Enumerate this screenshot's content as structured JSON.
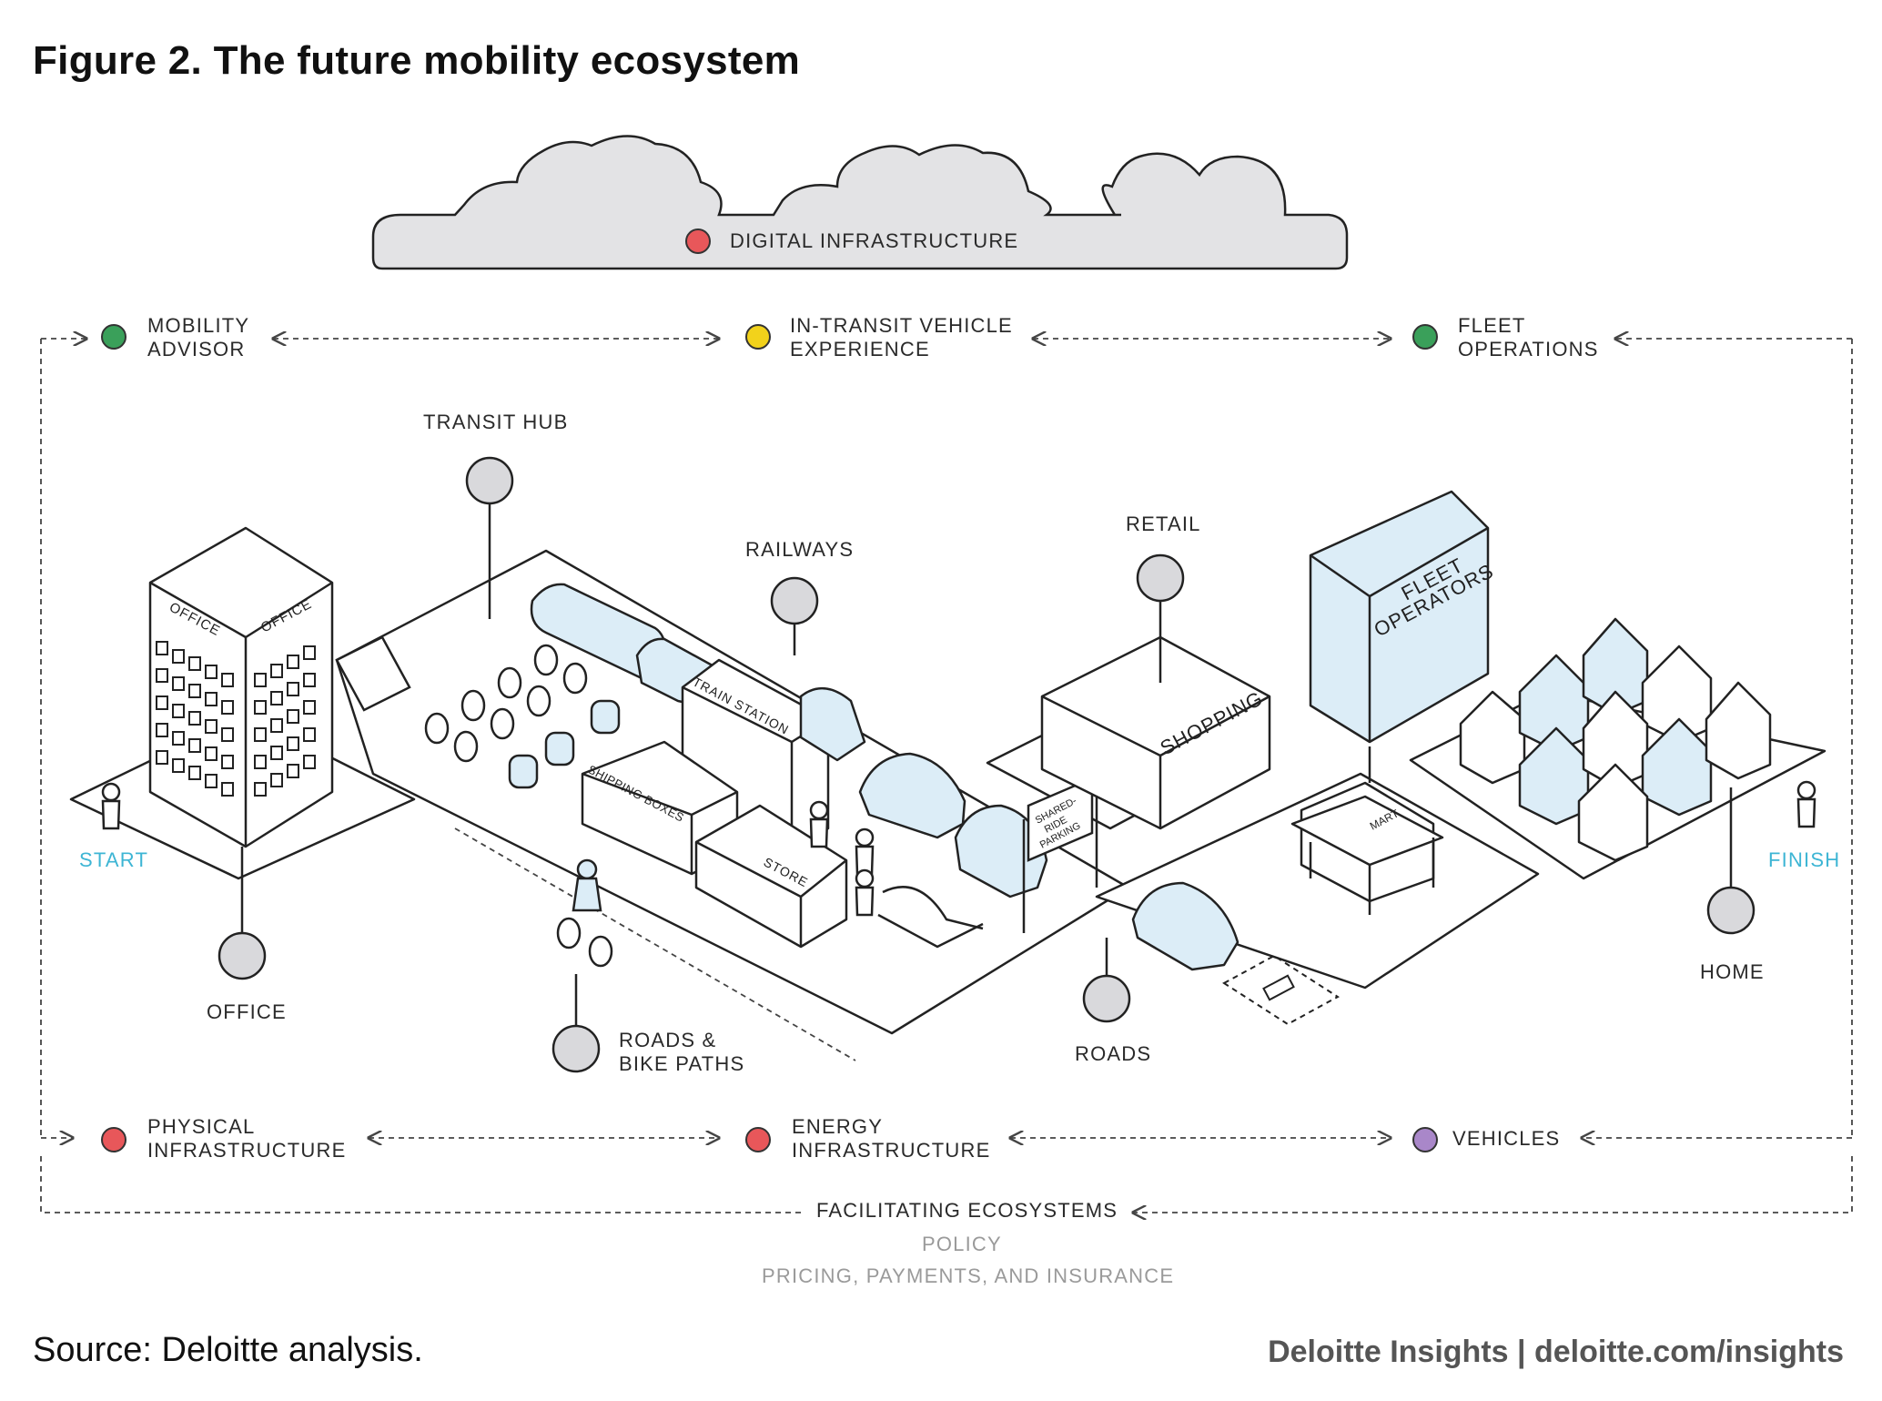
{
  "title": {
    "figure": "Figure 2.",
    "text": "The future mobility ecosystem"
  },
  "cloud": {
    "label": "DIGITAL INFRASTRUCTURE",
    "dot_color": "#e8575a"
  },
  "top_row": [
    {
      "line1": "MOBILITY",
      "line2": "ADVISOR",
      "dot_color": "#3aa05a"
    },
    {
      "line1": "IN-TRANSIT VEHICLE",
      "line2": "EXPERIENCE",
      "dot_color": "#f2d21b"
    },
    {
      "line1": "FLEET",
      "line2": "OPERATIONS",
      "dot_color": "#3aa05a"
    }
  ],
  "bottom_row": [
    {
      "line1": "PHYSICAL",
      "line2": "INFRASTRUCTURE",
      "dot_color": "#e8575a"
    },
    {
      "line1": "ENERGY",
      "line2": "INFRASTRUCTURE",
      "dot_color": "#e8575a"
    },
    {
      "line1": "VEHICLES",
      "line2": "",
      "dot_color": "#a987c9"
    }
  ],
  "scene_labels": {
    "transit_hub": "TRANSIT HUB",
    "railways": "RAILWAYS",
    "retail": "RETAIL",
    "office": "OFFICE",
    "roads_bike_1": "ROADS &",
    "roads_bike_2": "BIKE PATHS",
    "roads": "ROADS",
    "home": "HOME",
    "start": "START",
    "finish": "FINISH"
  },
  "building_text": {
    "office_left": "OFFICE",
    "office_right": "OFFICE",
    "fleet_1": "FLEET",
    "fleet_2": "OPERATORS",
    "shopping": "SHOPPING",
    "train_station": "TRAIN STATION",
    "shipping_boxes": "SHIPPING BOXES",
    "store": "STORE",
    "mart": "MART",
    "shared_1": "SHARED-",
    "shared_2": "RIDE",
    "shared_3": "PARKING"
  },
  "facilitating": {
    "heading": "FACILITATING ECOSYSTEMS",
    "item1": "POLICY",
    "item2": "PRICING, PAYMENTS, AND INSURANCE"
  },
  "source": "Source: Deloitte analysis.",
  "brand": "Deloitte Insights |  deloitte.com/insights",
  "colors": {
    "teal": "#3db5d4",
    "light_blue": "#dcedf7",
    "grey_marker": "#d9d9dc"
  }
}
